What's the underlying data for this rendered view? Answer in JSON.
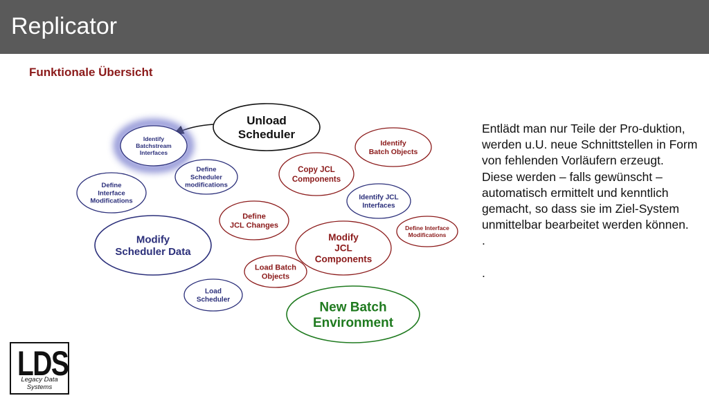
{
  "header": {
    "title": "Replicator"
  },
  "subtitle": "Funktionale Übersicht",
  "colors": {
    "title_bar": "#5a5a5a",
    "subtitle": "#8b1a1a",
    "blue": "#2b2f7a",
    "red": "#8b1a1a",
    "green": "#1f7a1f",
    "black": "#111111"
  },
  "nodes": [
    {
      "id": "unload-scheduler",
      "lines": [
        "Unload",
        "Scheduler"
      ],
      "color": "black"
    },
    {
      "id": "identify-batchstream-interfaces",
      "lines": [
        "Identify",
        "Batchstream",
        "Interfaces"
      ],
      "color": "blue",
      "highlight": true
    },
    {
      "id": "define-scheduler-modifications",
      "lines": [
        "Define",
        "Scheduler",
        "modifications"
      ],
      "color": "blue"
    },
    {
      "id": "define-interface-modifications",
      "lines": [
        "Define",
        "Interface",
        "Modifications"
      ],
      "color": "blue"
    },
    {
      "id": "modify-scheduler-data",
      "lines": [
        "Modify",
        "Scheduler Data"
      ],
      "color": "blue"
    },
    {
      "id": "load-scheduler",
      "lines": [
        "Load",
        "Scheduler"
      ],
      "color": "blue"
    },
    {
      "id": "identify-batch-objects",
      "lines": [
        "Identify",
        "Batch Objects"
      ],
      "color": "red"
    },
    {
      "id": "copy-jcl-components",
      "lines": [
        "Copy JCL",
        "Components"
      ],
      "color": "red"
    },
    {
      "id": "identify-jcl-interfaces",
      "lines": [
        "Identify JCL",
        "Interfaces"
      ],
      "color": "blue"
    },
    {
      "id": "define-jcl-changes",
      "lines": [
        "Define",
        "JCL Changes"
      ],
      "color": "red"
    },
    {
      "id": "define-interface-modifications-2",
      "lines": [
        "Define Interface",
        "Modifications"
      ],
      "color": "red"
    },
    {
      "id": "modify-jcl-components",
      "lines": [
        "Modify",
        "JCL",
        "Components"
      ],
      "color": "red"
    },
    {
      "id": "load-batch-objects",
      "lines": [
        "Load Batch",
        "Objects"
      ],
      "color": "red"
    },
    {
      "id": "new-batch-environment",
      "lines": [
        "New Batch",
        "Environment"
      ],
      "color": "green"
    }
  ],
  "body_text": [
    "Entlädt man nur Teile der Pro-duktion, werden u.U. neue Schnittstellen in Form von fehlenden Vorläufern erzeugt.",
    "Diese werden – falls gewünscht – automatisch ermittelt und kenntlich gemacht, so dass sie im Ziel-System unmittelbar bearbeitet werden können.",
    ".",
    "",
    "."
  ],
  "logo": {
    "letters": "LDS",
    "subtitle": "Legacy Data Systems"
  }
}
